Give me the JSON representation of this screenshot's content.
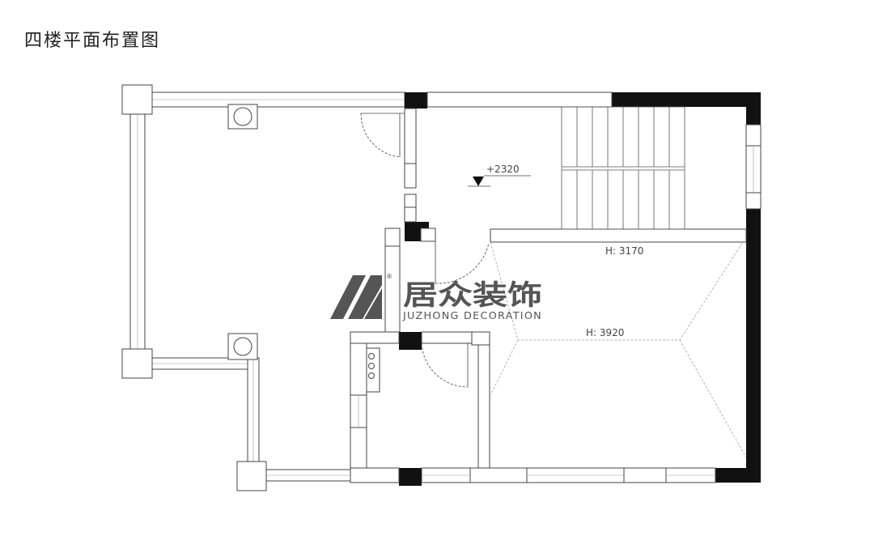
{
  "title": "四楼平面布置图",
  "annotations": {
    "elevation": "+2320",
    "height_corridor": "H: 3170",
    "height_hall": "H: 3920"
  },
  "watermark": {
    "name_cn": "居众装饰",
    "name_en": "JUZHONG DECORATION",
    "registered_mark": "®"
  },
  "colors": {
    "wall": "#111111",
    "line": "#444444",
    "dashed": "#999999",
    "logo": "#555555"
  }
}
